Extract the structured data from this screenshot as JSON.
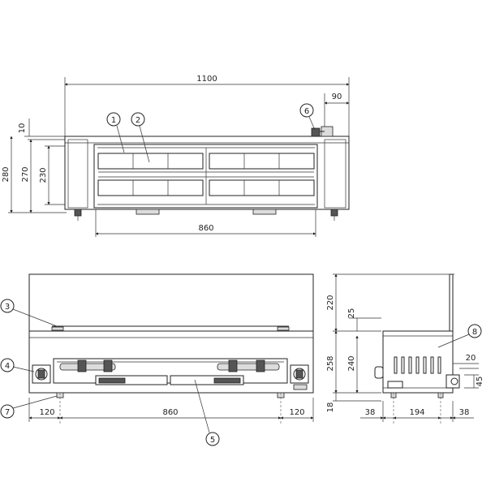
{
  "top_view": {
    "dims": {
      "overall_width": "1100",
      "right_offset": "90",
      "top_lip": "10",
      "height_outer": "280",
      "height_mid": "270",
      "height_inner": "230",
      "burner_span": "860"
    },
    "callouts": [
      "1",
      "2",
      "6"
    ]
  },
  "front_view": {
    "dims": {
      "left_margin": "120",
      "burner_span": "860",
      "right_margin": "120"
    },
    "callouts": [
      "3",
      "4",
      "5",
      "7"
    ]
  },
  "side_view": {
    "dims": {
      "top_height": "220",
      "small_gap": "25",
      "body_outer": "258",
      "body_inner": "240",
      "base": "18",
      "left_leg": "38",
      "body_depth": "194",
      "right_leg": "38",
      "knob_offset": "20",
      "knob_height": "45"
    },
    "callouts": [
      "8"
    ]
  }
}
